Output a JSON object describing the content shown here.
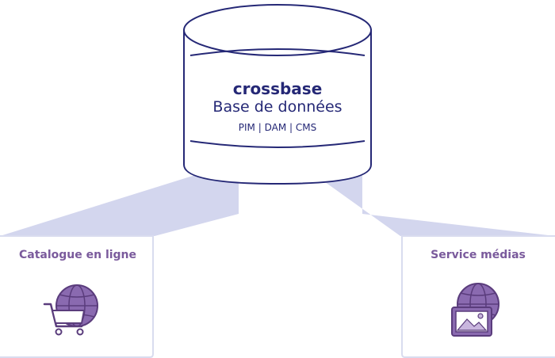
{
  "database": {
    "title": "crossbase",
    "subtitle": "Base de données",
    "modules": "PIM | DAM | CMS"
  },
  "outputs": [
    {
      "label": "Catalogue en ligne",
      "icon": "globe-cart-icon"
    },
    {
      "label": "Service médias",
      "icon": "globe-image-icon"
    }
  ],
  "colors": {
    "navy": "#252876",
    "connector": "#d3d6ee",
    "card_border": "#d9dcef",
    "purple": "#8a6ab0",
    "purple_dark": "#5a3c7c",
    "label": "#7a5a9c"
  }
}
